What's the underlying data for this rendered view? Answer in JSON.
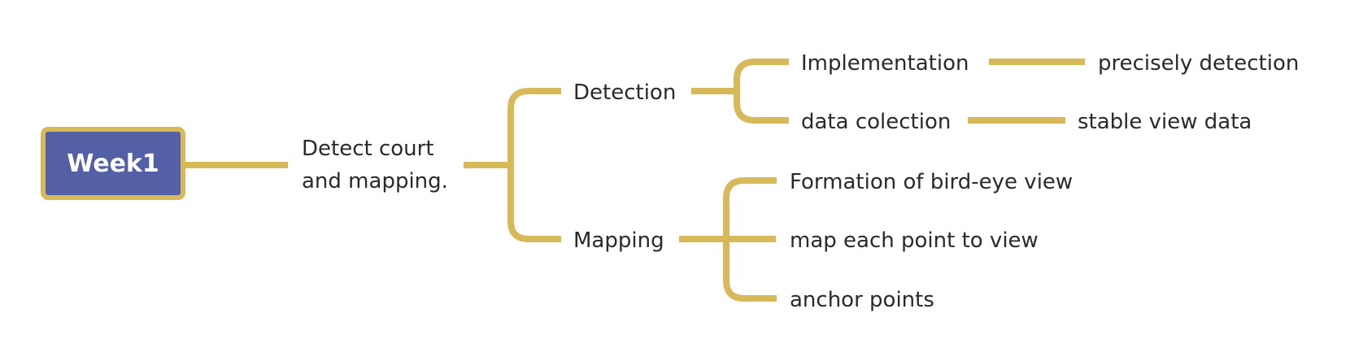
{
  "mindmap": {
    "root": {
      "label": "Week1"
    },
    "topic": {
      "line1": "Detect court",
      "line2": "and mapping."
    },
    "branches": [
      {
        "label": "Detection",
        "children": [
          {
            "label": "Implementation",
            "detail": "precisely detection"
          },
          {
            "label": "data colection",
            "detail": "stable view data"
          }
        ]
      },
      {
        "label": "Mapping",
        "children": [
          {
            "label": "Formation of bird-eye view"
          },
          {
            "label": "map each point to view"
          },
          {
            "label": "anchor points"
          }
        ]
      }
    ]
  },
  "colors": {
    "connector": "#d8b95a",
    "root_fill": "#5360a6",
    "root_border": "#d8b95a",
    "text": "#2a2a2a",
    "root_text": "#ffffff"
  }
}
